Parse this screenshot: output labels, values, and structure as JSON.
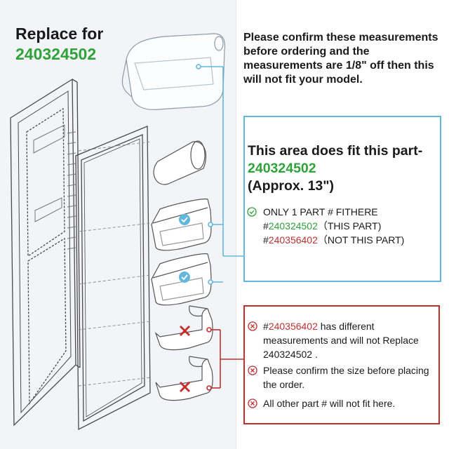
{
  "header": {
    "title_prefix": "Replace for",
    "part_number": "240324502"
  },
  "notice": {
    "text": "Please confirm these measurements before ordering and the measurements are 1/8\" off then this will not fit your model."
  },
  "fit_box": {
    "heading_prefix": "This area does fit this part-",
    "heading_part": "240324502",
    "heading_suffix": "(Approx. 13\")",
    "line1": "ONLY 1 PART # FITHERE",
    "line2_hash": "#",
    "line2_part": "240324502",
    "line2_note": "（THIS PART)",
    "line3_hash": "#",
    "line3_part": "240356402",
    "line3_note": "（NOT THIS PART)"
  },
  "nofit_box": {
    "item1_hash": "#",
    "item1_part": "240356402",
    "item1_text": " has different measurements and will not Replace 240324502 .",
    "item2_text": "Please confirm the size before placing the order.",
    "item3_text": "All other part # will not fit here."
  },
  "colors": {
    "green": "#2fa23a",
    "red": "#c0312f",
    "blue": "#61b7dd"
  }
}
